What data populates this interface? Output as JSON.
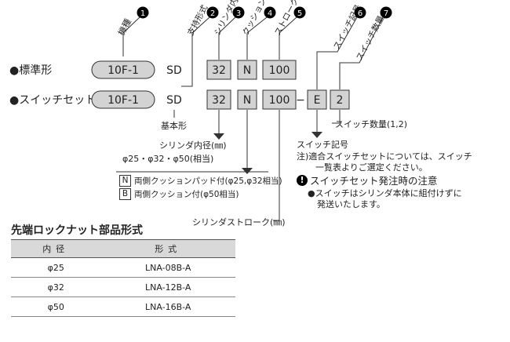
{
  "callouts": [
    {
      "num": "1",
      "label": "機種"
    },
    {
      "num": "2",
      "label": "支持形式"
    },
    {
      "num": "3",
      "label": "シリンダ内径"
    },
    {
      "num": "4",
      "label": "クッション形式"
    },
    {
      "num": "5",
      "label": "ストローク"
    },
    {
      "num": "6",
      "label": "スイッチ記号"
    },
    {
      "num": "7",
      "label": "スイッチ数量"
    }
  ],
  "rows": {
    "standard": {
      "label": "●標準形",
      "model": "10F-1",
      "support": "SD",
      "bore": "32",
      "cushion": "N",
      "stroke": "100"
    },
    "switch_set": {
      "label": "●スイッチセット",
      "model": "10F-1",
      "support": "SD",
      "bore": "32",
      "cushion": "N",
      "stroke": "100",
      "dash": "−",
      "switch": "E",
      "qty": "2"
    }
  },
  "notes": {
    "support": "基本形",
    "bore_title": "シリンダ内径(㎜)",
    "bore_values": "φ25・φ32・φ50(相当)",
    "cushion_options": [
      {
        "code": "N",
        "text": "両側クッションパッド付(φ25,φ32相当)"
      },
      {
        "code": "B",
        "text": "両側クッション付(φ50相当)"
      }
    ],
    "stroke": "シリンダストローク(㎜)",
    "qty": "スイッチ数量(1,2)",
    "switch_code": "スイッチ記号",
    "switch_note_1": "注)適合スイッチセットについては、スイッチ",
    "switch_note_2": "一覧表よりご選定ください。",
    "order_title": "スイッチセット発注時の注意",
    "order_icon": "!",
    "order_line_1": "●スイッチはシリンダ本体に組付けずに",
    "order_line_2": "発送いたします。"
  },
  "locknut": {
    "title": "先端ロックナット部品形式",
    "headers": [
      "内径",
      "形式"
    ],
    "rows": [
      {
        "bore": "φ25",
        "model": "LNA-08B-A"
      },
      {
        "bore": "φ32",
        "model": "LNA-12B-A"
      },
      {
        "bore": "φ50",
        "model": "LNA-16B-A"
      }
    ]
  },
  "icons": {
    "callout": "filled-circle-number",
    "warning": "exclamation-circle-icon"
  }
}
